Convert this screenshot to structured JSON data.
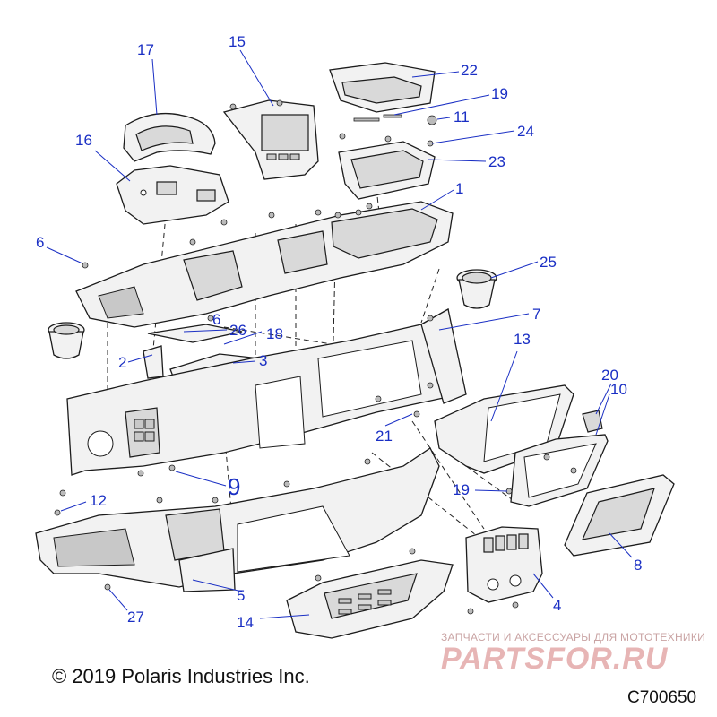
{
  "callouts": [
    {
      "id": "1",
      "label": "1"
    },
    {
      "id": "2",
      "label": "2"
    },
    {
      "id": "3",
      "label": "3"
    },
    {
      "id": "4",
      "label": "4"
    },
    {
      "id": "5",
      "label": "5"
    },
    {
      "id": "6a",
      "label": "6"
    },
    {
      "id": "6b",
      "label": "6"
    },
    {
      "id": "7",
      "label": "7"
    },
    {
      "id": "8",
      "label": "8"
    },
    {
      "id": "9",
      "label": "9"
    },
    {
      "id": "10",
      "label": "10"
    },
    {
      "id": "11",
      "label": "11"
    },
    {
      "id": "12",
      "label": "12"
    },
    {
      "id": "13",
      "label": "13"
    },
    {
      "id": "14",
      "label": "14"
    },
    {
      "id": "15",
      "label": "15"
    },
    {
      "id": "16",
      "label": "16"
    },
    {
      "id": "17",
      "label": "17"
    },
    {
      "id": "18",
      "label": "18"
    },
    {
      "id": "19a",
      "label": "19"
    },
    {
      "id": "19b",
      "label": "19"
    },
    {
      "id": "20",
      "label": "20"
    },
    {
      "id": "21",
      "label": "21"
    },
    {
      "id": "22",
      "label": "22"
    },
    {
      "id": "23",
      "label": "23"
    },
    {
      "id": "24",
      "label": "24"
    },
    {
      "id": "25",
      "label": "25"
    },
    {
      "id": "26",
      "label": "26"
    },
    {
      "id": "27",
      "label": "27"
    }
  ],
  "copyright": "© 2019 Polaris Industries Inc.",
  "drawing_number": "C700650",
  "watermark": {
    "tagline": "ЗАПЧАСТИ И АКСЕССУАРЫ ДЛЯ МОТОТЕХНИКИ",
    "brand": "PARTSFOR.RU"
  },
  "colors": {
    "callout": "#1a2fc4",
    "line": "#1c1c1c",
    "watermark": "#e7b5b5"
  }
}
